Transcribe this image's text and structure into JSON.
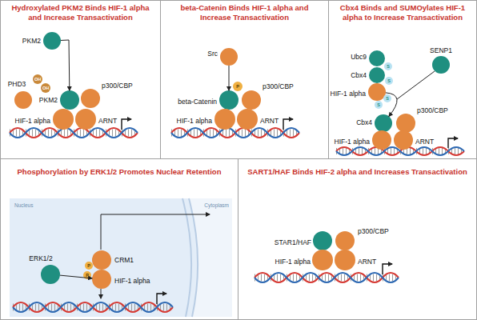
{
  "diagram": {
    "nodes": [
      {
        "text": [
          "Hydroxylated PKM2 Binds HIF-1 alpha and Increase Transactivation"
        ]
      },
      {
        "text": [
          "PKM2"
        ],
        "in": 0
      },
      {
        "text": [
          "PHD3"
        ],
        "in": 0
      },
      {
        "text": [
          "OH"
        ],
        "in": 0
      },
      {
        "text": [
          "OH"
        ],
        "in": 0
      },
      {
        "text": [
          "PKM2"
        ],
        "in": 0
      },
      {
        "text": [
          "p300/CBP"
        ],
        "in": 0
      },
      {
        "text": [
          "HIF-1 alpha"
        ],
        "in": 0
      },
      {
        "text": [
          "ARNT"
        ],
        "in": 0
      },
      {
        "text": [
          "beta-Catenin Binds HIF-1 alpha and Increase Transactivation"
        ]
      },
      {
        "text": [
          "Src"
        ],
        "in": 9
      },
      {
        "text": [
          "P"
        ],
        "in": 9
      },
      {
        "text": [
          "beta-Catenin"
        ],
        "in": 9
      },
      {
        "text": [
          "p300/CBP"
        ],
        "in": 9
      },
      {
        "text": [
          "HIF-1 alpha"
        ],
        "in": 9
      },
      {
        "text": [
          "ARNT"
        ],
        "in": 9
      },
      {
        "text": [
          "Cbx4 Binds and SUMOylates HIF-1 alpha to Increase Transactivation"
        ]
      },
      {
        "text": [
          "Ubc9"
        ],
        "in": 16
      },
      {
        "text": [
          "Cbx4"
        ],
        "in": 16
      },
      {
        "text": [
          "S"
        ],
        "in": 16
      },
      {
        "text": [
          "S"
        ],
        "in": 16
      },
      {
        "text": [
          "HIF-1 alpha"
        ],
        "in": 16
      },
      {
        "text": [
          "S"
        ],
        "in": 16
      },
      {
        "text": [
          "S"
        ],
        "in": 16
      },
      {
        "text": [
          "SENP1"
        ],
        "in": 16
      },
      {
        "text": [
          "Cbx4"
        ],
        "in": 16
      },
      {
        "text": [
          "p300/CBP"
        ],
        "in": 16
      },
      {
        "text": [
          "HIF-1 alpha"
        ],
        "in": 16
      },
      {
        "text": [
          "ARNT"
        ],
        "in": 16
      },
      {
        "text": [
          "Phosphorylation by ERK1/2 Promotes Nuclear Retention"
        ]
      },
      {
        "text": [
          "ERK1/2"
        ],
        "in": 29
      },
      {
        "text": [
          "P"
        ],
        "in": 29
      },
      {
        "text": [
          "P"
        ],
        "in": 29
      },
      {
        "text": [
          "CRM1"
        ],
        "in": 29
      },
      {
        "text": [
          "HIF-1 alpha"
        ],
        "in": 29
      },
      {
        "text": [
          "SART1/HAF Binds HIF-2 alpha and Increases Transactivation"
        ]
      },
      {
        "text": [
          "STAR1/HAF"
        ],
        "in": 35
      },
      {
        "text": [
          "p300/CBP"
        ],
        "in": 35
      },
      {
        "text": [
          "HIF-1 alpha"
        ],
        "in": 35
      },
      {
        "text": [
          "ARNT"
        ],
        "in": 35
      }
    ],
    "edges": [
      {
        "from": 1,
        "to": 5,
        "arrow": "to"
      },
      {
        "from": 10,
        "to": 12,
        "arrow": "to"
      },
      {
        "from": 21,
        "to": 25,
        "arrow": "to"
      },
      {
        "from": 30,
        "to": 34,
        "arrow": "to"
      }
    ],
    "labels": [
      "Nucleus",
      "Cytoplasm"
    ]
  }
}
